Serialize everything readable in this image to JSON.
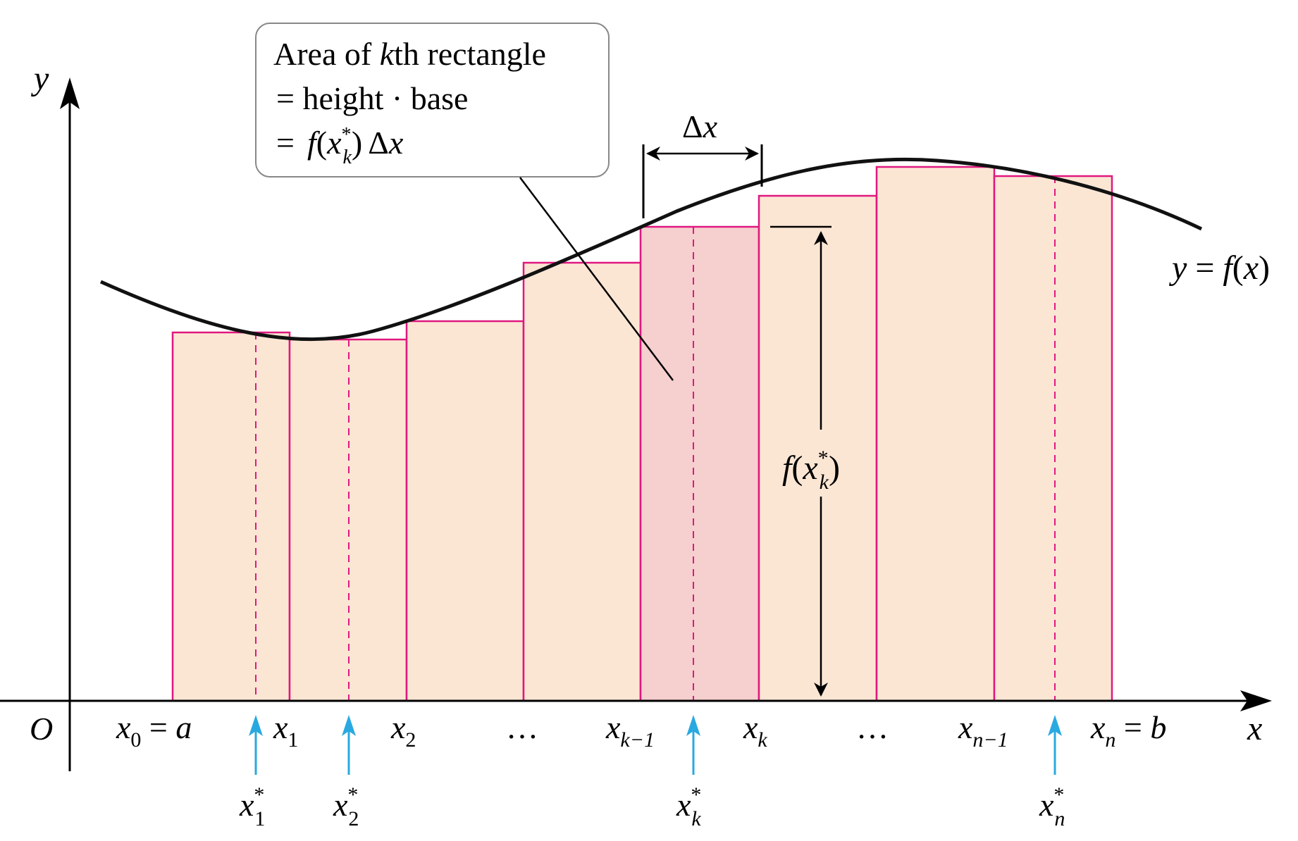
{
  "callout": {
    "line1_pre": "Area of ",
    "line1_k": "k",
    "line1_post": "th rectangle",
    "line2": "= height · base",
    "line3_eq": "=",
    "line3_f": "f",
    "line3_paren_open": "(",
    "line3_x": "x",
    "line3_sup": "*",
    "line3_sub": "k",
    "line3_paren_close": ")",
    "line3_delta": "Δ",
    "line3_dx": "x"
  },
  "delta_label": {
    "delta": "Δ",
    "x": "x"
  },
  "height_label": {
    "f": "f",
    "open": "(",
    "x": "x",
    "sup": "*",
    "sub": "k",
    "close": ")"
  },
  "curve_label": {
    "y": "y",
    "eq": " = ",
    "f": "f",
    "open": "(",
    "x": "x",
    "close": ")"
  },
  "axes": {
    "origin": "O",
    "x_axis": "x",
    "y_axis": "y"
  },
  "partition_labels": {
    "x0": {
      "x": "x",
      "sub": "0",
      "rest": " = ",
      "val": "a"
    },
    "x1": {
      "x": "x",
      "sub": "1"
    },
    "x2": {
      "x": "x",
      "sub": "2"
    },
    "dots1": "…",
    "xk1": {
      "x": "x",
      "sub": "k−1"
    },
    "xk": {
      "x": "x",
      "sub": "k"
    },
    "dots2": "…",
    "xn1": {
      "x": "x",
      "sub": "n−1"
    },
    "xn": {
      "x": "x",
      "sub": "n",
      "rest": " = ",
      "val": "b"
    }
  },
  "sample_labels": {
    "s1": {
      "x": "x",
      "sup": "*",
      "sub": "1"
    },
    "s2": {
      "x": "x",
      "sup": "*",
      "sub": "2"
    },
    "sk": {
      "x": "x",
      "sup": "*",
      "sub": "k"
    },
    "sn": {
      "x": "x",
      "sup": "*",
      "sub": "n"
    }
  },
  "colors": {
    "rect_fill": "#fbe6d4",
    "rect_highlight_fill": "#f6cfcf",
    "rect_stroke": "#e0187f",
    "arrow_blue": "#29a9e0",
    "axis": "#000000",
    "callout_border": "#888888"
  }
}
